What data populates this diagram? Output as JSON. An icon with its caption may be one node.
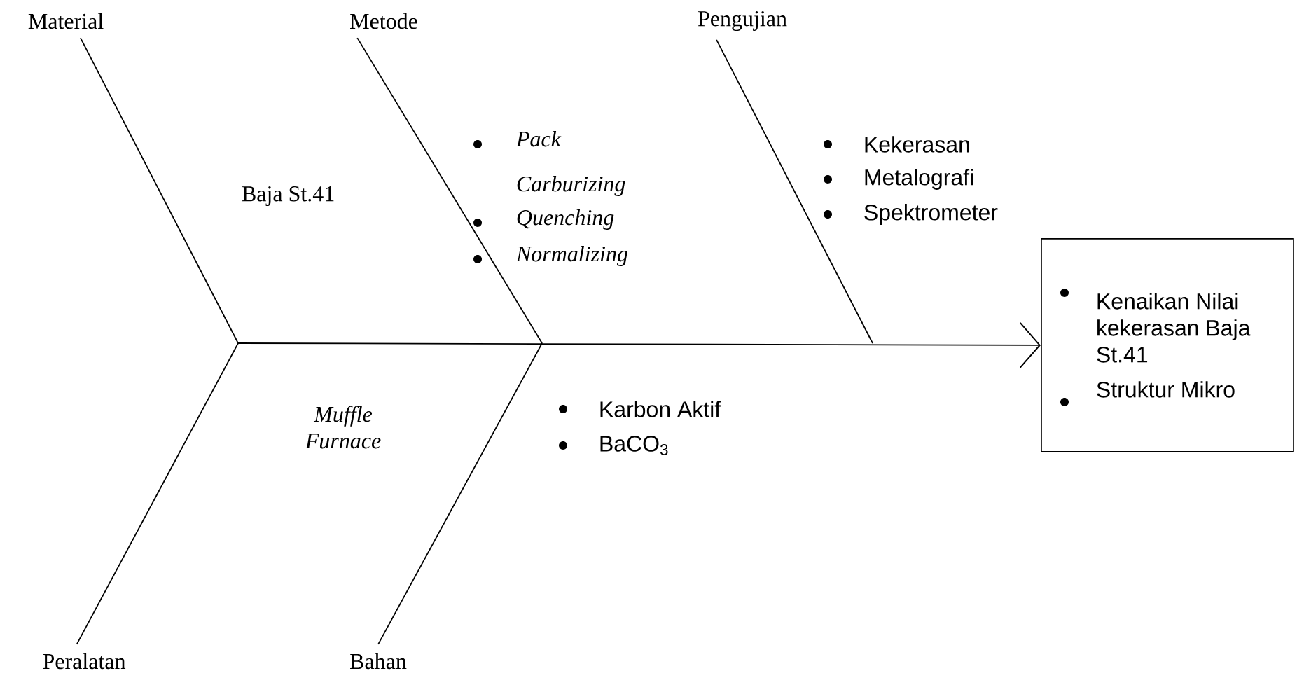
{
  "diagram": {
    "nodes": [
      {
        "text": [
          "Material"
        ]
      },
      {
        "text": [
          "Metode"
        ]
      },
      {
        "text": [
          "Pengujian"
        ]
      },
      {
        "text": [
          "Peralatan"
        ]
      },
      {
        "text": [
          "Bahan"
        ]
      },
      {
        "text": [
          "Kenaikan Nilai kekerasan Baja St.41",
          "Struktur Mikro"
        ]
      }
    ],
    "edges": [
      {
        "from": 0,
        "to": null,
        "arrow": "none"
      },
      {
        "from": 1,
        "to": null,
        "arrow": "none"
      },
      {
        "from": 2,
        "to": null,
        "arrow": "none"
      },
      {
        "from": 3,
        "to": null,
        "arrow": "none"
      },
      {
        "from": 4,
        "to": null,
        "arrow": "none"
      },
      {
        "from": null,
        "to": 5,
        "arrow": "to"
      }
    ],
    "labels": [
      "Baja St.41",
      "Pack Carburizing",
      "Quenching",
      "Normalizing",
      "Kekerasan",
      "Metalografi",
      "Spektrometer",
      "Muffle Furnace",
      "Karbon Aktif",
      "BaCO$_{3}$"
    ]
  }
}
